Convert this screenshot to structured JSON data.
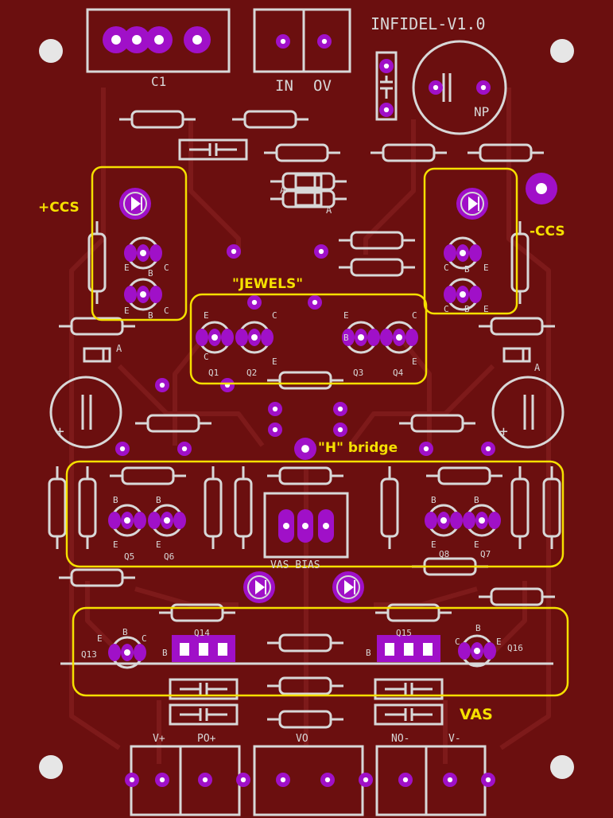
{
  "board": {
    "title": "INFIDEL-V1.0",
    "colors": {
      "board": "#6b0f0f",
      "trace": "#7d1a1a",
      "silkscreen": "#d8d8d8",
      "pad": "#a010c8",
      "pad_hole": "#ffffff",
      "highlight": "#f5e000",
      "mount_hole": "#e6e6e6"
    }
  },
  "annotations": {
    "pos_ccs": "+CCS",
    "neg_ccs": "-CCS",
    "jewels": "\"JEWELS\"",
    "h_bridge": "\"H\" bridge",
    "vas": "VAS"
  },
  "labels": {
    "c1": "C1",
    "in": "IN",
    "ov": "OV",
    "np": "NP",
    "q1": "Q1",
    "q2": "Q2",
    "q3": "Q3",
    "q4": "Q4",
    "q5": "Q5",
    "q6": "Q6",
    "q7": "Q7",
    "q8": "Q8",
    "q13": "Q13",
    "q14": "Q14",
    "q15": "Q15",
    "q16": "Q16",
    "vas_bias": "VAS BIAS",
    "v_plus": "V+",
    "po_plus": "PO+",
    "vo": "VO",
    "no_minus": "NO-",
    "v_minus": "V-",
    "diode_a": "A",
    "cap_plus": "+",
    "pin_b": "B",
    "pin_c": "C",
    "pin_e": "E"
  }
}
